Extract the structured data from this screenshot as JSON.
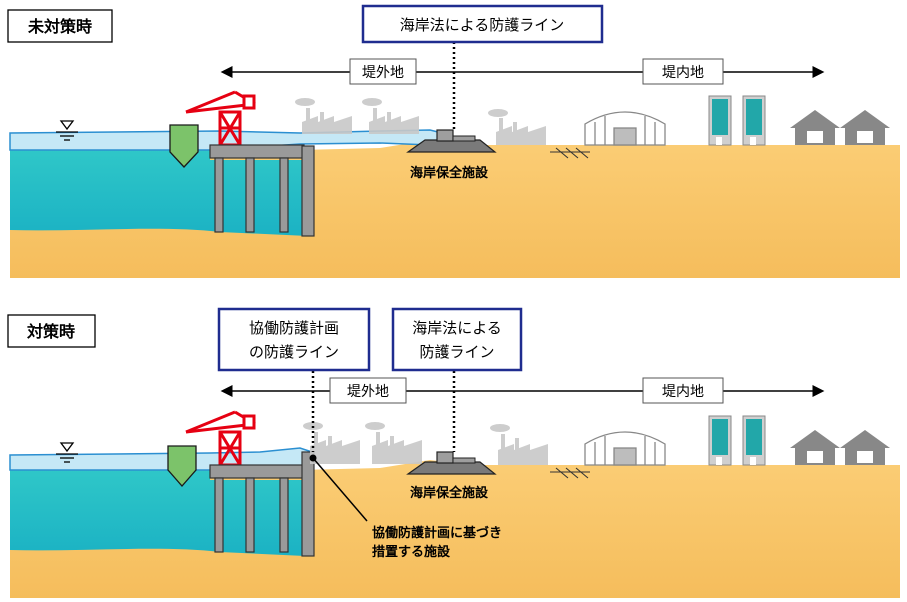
{
  "panels": [
    {
      "heading": "未対策時",
      "coast_line_label": "海岸法による防護ライン",
      "outer_area": "堤外地",
      "inner_area": "堤内地",
      "facility_label": "海岸保全施設"
    },
    {
      "heading": "対策時",
      "coop_line_label": [
        "協働防護計画",
        "の防護ライン"
      ],
      "coast_line_label": [
        "海岸法による",
        "防護ライン"
      ],
      "outer_area": "堤外地",
      "inner_area": "堤内地",
      "facility_label": "海岸保全施設",
      "coop_facility_label": [
        "協働防護計画に基づき",
        "措置する施設"
      ]
    }
  ],
  "colors": {
    "sea_surface": "#c5e8f6",
    "sea": "#2fc7c8",
    "land": "#f9c66c",
    "crane": "#e60012",
    "buoy": "#7cc36a",
    "frame_border": "#1f2c8f",
    "pier": "#9a9a9a",
    "factory": "#c8c8c8",
    "building": "#22a7a9",
    "house": "#888888"
  }
}
